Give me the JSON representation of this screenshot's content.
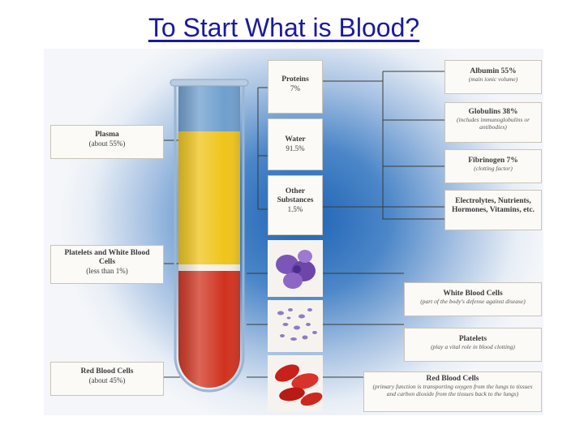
{
  "title": "To Start What is Blood?",
  "diagram": {
    "left_labels": {
      "plasma": {
        "title": "Plasma",
        "detail": "(about 55%)"
      },
      "platelets_wbc": {
        "title": "Platelets and White Blood Cells",
        "detail": "(less than 1%)"
      },
      "rbc": {
        "title": "Red Blood Cells",
        "detail": "(about 45%)"
      }
    },
    "middle_labels": {
      "proteins": {
        "title": "Proteins",
        "value": "7%"
      },
      "water": {
        "title": "Water",
        "value": "91.5%"
      },
      "other": {
        "title": "Other Substances",
        "value": "1.5%"
      }
    },
    "right_labels": {
      "albumin": {
        "title": "Albumin 55%",
        "detail": "(main ionic volume)"
      },
      "globulins": {
        "title": "Globulins 38%",
        "detail": "(includes immunoglobulins or antibodies)"
      },
      "fibrinogen": {
        "title": "Fibrinogen 7%",
        "detail": "(clotting factor)"
      },
      "electrolytes": {
        "title": "Electrolytes, Nutrients, Hormones, Vitamins, etc."
      },
      "wbc": {
        "title": "White Blood Cells",
        "detail": "(part of the body's defense against disease)"
      },
      "platelets": {
        "title": "Platelets",
        "detail": "(play a vital role in blood clotting)"
      },
      "rbc": {
        "title": "Red Blood Cells",
        "detail": "(primary function is transporting oxygen from the lungs to tissues and carbon dioxide from the tissues back to the lungs)"
      }
    },
    "colors": {
      "plasma": "#f0c419",
      "rbc": "#d0321e",
      "protein_layer": "#6f9fce",
      "wbc_cells": "#7c55b8",
      "platelet_cells": "#8a7ec2"
    }
  }
}
